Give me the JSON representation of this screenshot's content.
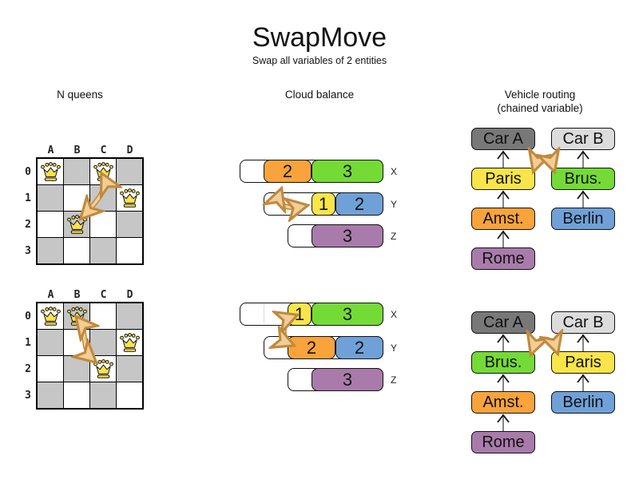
{
  "title": "SwapMove",
  "subtitle": "Swap all variables of 2 entities",
  "colors": {
    "orange": "#F8A33C",
    "green": "#74DB36",
    "yellow": "#F8E549",
    "blue": "#6FA1D8",
    "purple": "#A97BAB",
    "car_dark": "#787878",
    "car_light": "#DCDCDC",
    "board_light": "#FFFFFF",
    "board_dark": "#C6C6C6",
    "queen_gold": "#FFE14C",
    "swap_arrow_light": "#F2CE97",
    "swap_arrow_dark": "#C08A3E"
  },
  "sections": {
    "nqueens": {
      "header": "N queens",
      "column_labels": [
        "A",
        "B",
        "C",
        "D"
      ],
      "row_labels": [
        "0",
        "1",
        "2",
        "3"
      ],
      "before": {
        "queens": [
          {
            "col": "A",
            "row": 0
          },
          {
            "col": "C",
            "row": 0
          },
          {
            "col": "D",
            "row": 1
          },
          {
            "col": "B",
            "row": 2
          }
        ],
        "swap": {
          "a": "C0",
          "b": "B2"
        }
      },
      "after": {
        "queens": [
          {
            "col": "A",
            "row": 0
          },
          {
            "col": "B",
            "row": 0
          },
          {
            "col": "D",
            "row": 1
          },
          {
            "col": "C",
            "row": 2
          }
        ],
        "swap": {
          "a": "B0",
          "b": "C2"
        }
      }
    },
    "cloud": {
      "header": "Cloud balance",
      "before": {
        "rows": [
          {
            "label": "X",
            "free_units": 1,
            "segments": [
              {
                "value": 2,
                "color": "orange"
              },
              {
                "value": 3,
                "color": "green"
              }
            ]
          },
          {
            "label": "Y",
            "free_units": 2,
            "segments": [
              {
                "value": 1,
                "color": "yellow"
              },
              {
                "value": 2,
                "color": "blue"
              }
            ]
          },
          {
            "label": "Z",
            "free_units": 1,
            "segments": [
              {
                "value": 3,
                "color": "purple"
              }
            ]
          }
        ],
        "swap": {
          "a": "2",
          "b": "1"
        }
      },
      "after": {
        "rows": [
          {
            "label": "X",
            "free_units": 2,
            "segments": [
              {
                "value": 1,
                "color": "yellow"
              },
              {
                "value": 3,
                "color": "green"
              }
            ]
          },
          {
            "label": "Y",
            "free_units": 1,
            "segments": [
              {
                "value": 2,
                "color": "orange"
              },
              {
                "value": 2,
                "color": "blue"
              }
            ]
          },
          {
            "label": "Z",
            "free_units": 1,
            "segments": [
              {
                "value": 3,
                "color": "purple"
              }
            ]
          }
        ],
        "swap": {
          "a": "1",
          "b": "2"
        }
      }
    },
    "vehicle": {
      "header": "Vehicle routing",
      "subheader": "(chained variable)",
      "before": {
        "chains": [
          {
            "nodes": [
              {
                "label": "Car A",
                "color": "car_dark"
              },
              {
                "label": "Paris",
                "color": "yellow"
              },
              {
                "label": "Amst.",
                "color": "orange"
              },
              {
                "label": "Rome",
                "color": "purple"
              }
            ]
          },
          {
            "nodes": [
              {
                "label": "Car B",
                "color": "car_light"
              },
              {
                "label": "Brus.",
                "color": "green"
              },
              {
                "label": "Berlin",
                "color": "blue"
              }
            ]
          }
        ],
        "swap": {
          "a": "Paris",
          "b": "Brus."
        }
      },
      "after": {
        "chains": [
          {
            "nodes": [
              {
                "label": "Car A",
                "color": "car_dark"
              },
              {
                "label": "Brus.",
                "color": "green"
              },
              {
                "label": "Amst.",
                "color": "orange"
              },
              {
                "label": "Rome",
                "color": "purple"
              }
            ]
          },
          {
            "nodes": [
              {
                "label": "Car B",
                "color": "car_light"
              },
              {
                "label": "Paris",
                "color": "yellow"
              },
              {
                "label": "Berlin",
                "color": "blue"
              }
            ]
          }
        ],
        "swap": {
          "a": "Brus.",
          "b": "Paris"
        }
      }
    }
  }
}
